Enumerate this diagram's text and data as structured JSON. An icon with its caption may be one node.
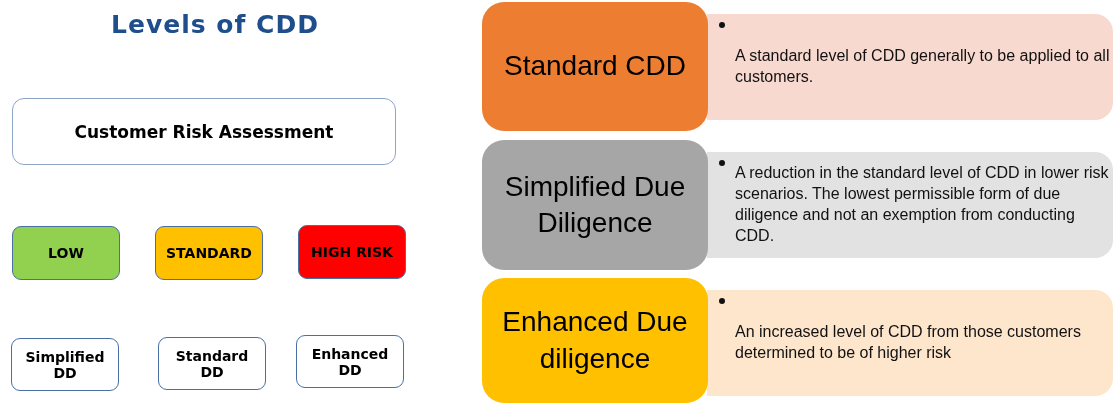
{
  "diagram": {
    "title": "Levels of CDD",
    "nodes": [
      {
        "text": [
          "Customer Risk Assessment"
        ]
      },
      {
        "text": [
          "LOW"
        ]
      },
      {
        "text": [
          "STANDARD"
        ]
      },
      {
        "text": [
          "HIGH RISK"
        ]
      },
      {
        "text": [
          "Simplified DD"
        ]
      },
      {
        "text": [
          "Standard DD"
        ]
      },
      {
        "text": [
          "Enhanced DD"
        ]
      },
      {
        "text": [
          "Standard CDD"
        ]
      },
      {
        "text": [
          "A standard level of CDD generally to be applied to all customers."
        ]
      },
      {
        "text": [
          "Simplified Due Diligence"
        ]
      },
      {
        "text": [
          "A reduction in the standard level of CDD in lower risk scenarios. The lowest permissible form of due diligence and not an exemption from conducting CDD."
        ]
      },
      {
        "text": [
          "Enhanced Due diligence"
        ]
      },
      {
        "text": [
          "An increased level of CDD from those customers determined to be of higher risk"
        ]
      }
    ],
    "edges": []
  }
}
